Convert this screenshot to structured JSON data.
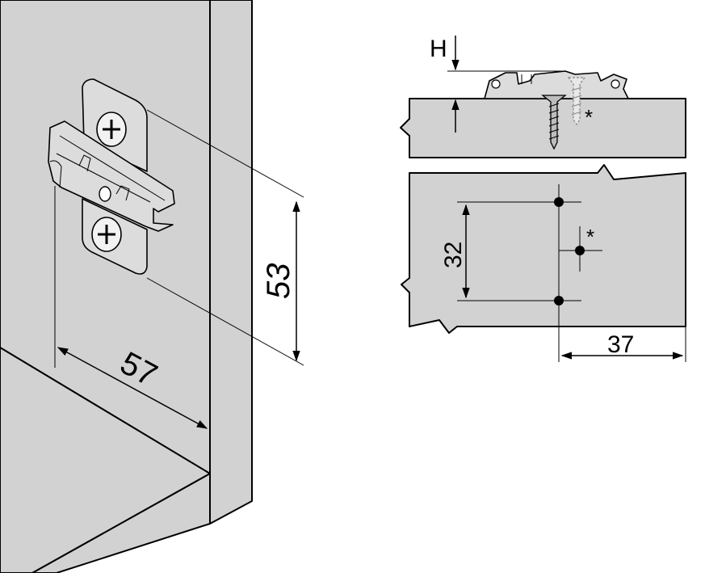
{
  "left_view": {
    "width_dimension": "57",
    "height_dimension": "53"
  },
  "right_view": {
    "height_label": "H",
    "hole_spacing_dimension": "32",
    "edge_distance_dimension": "37",
    "optional_hole_mark": "*",
    "optional_screw_mark": "*"
  },
  "colors": {
    "panel_fill": "#d2d2d2",
    "plate_fill": "#dcdcdc",
    "line": "#000000"
  }
}
